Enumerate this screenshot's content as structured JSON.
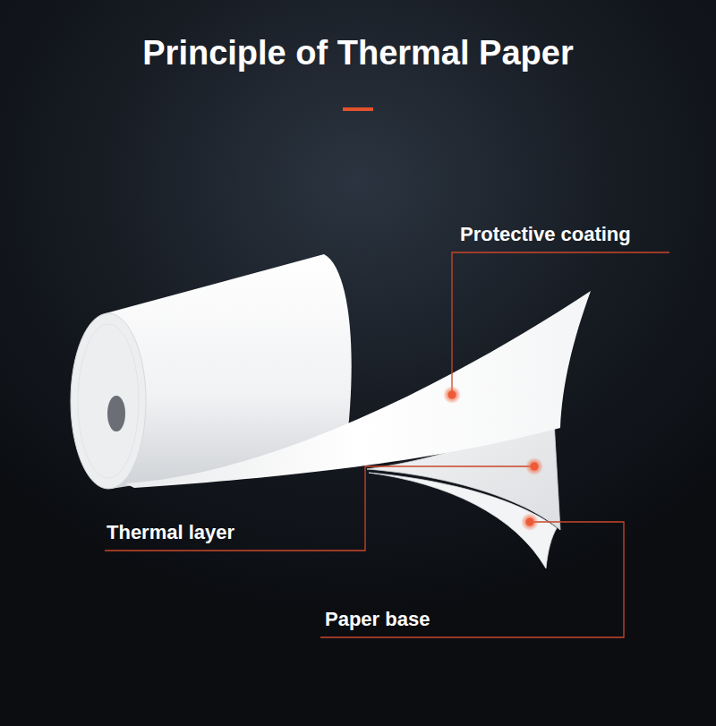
{
  "diagram": {
    "title": "Principle of Thermal Paper",
    "labels": [
      "Protective coating",
      "Thermal layer",
      "Paper base"
    ]
  }
}
